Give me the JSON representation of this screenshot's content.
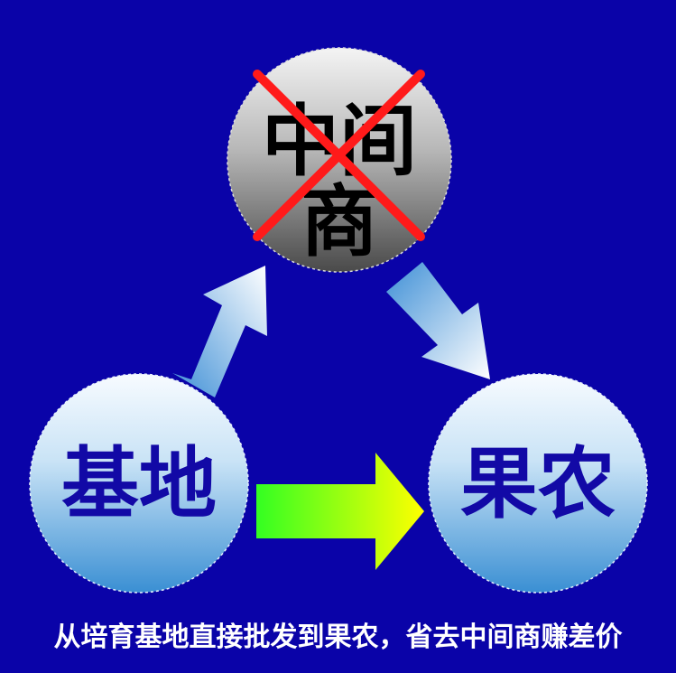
{
  "nodes": {
    "middleman": {
      "line1": "中间",
      "line2": "商"
    },
    "base": {
      "label": "基地"
    },
    "farmer": {
      "label": "果农"
    }
  },
  "caption": "从培育基地直接批发到果农，省去中间商赚差价",
  "colors": {
    "background": "#0a03a8",
    "node_text_blue": "#1209a6",
    "cross_red": "#ff1a1a",
    "arrow_green_start": "#33ff22",
    "arrow_green_end": "#ffff00"
  }
}
